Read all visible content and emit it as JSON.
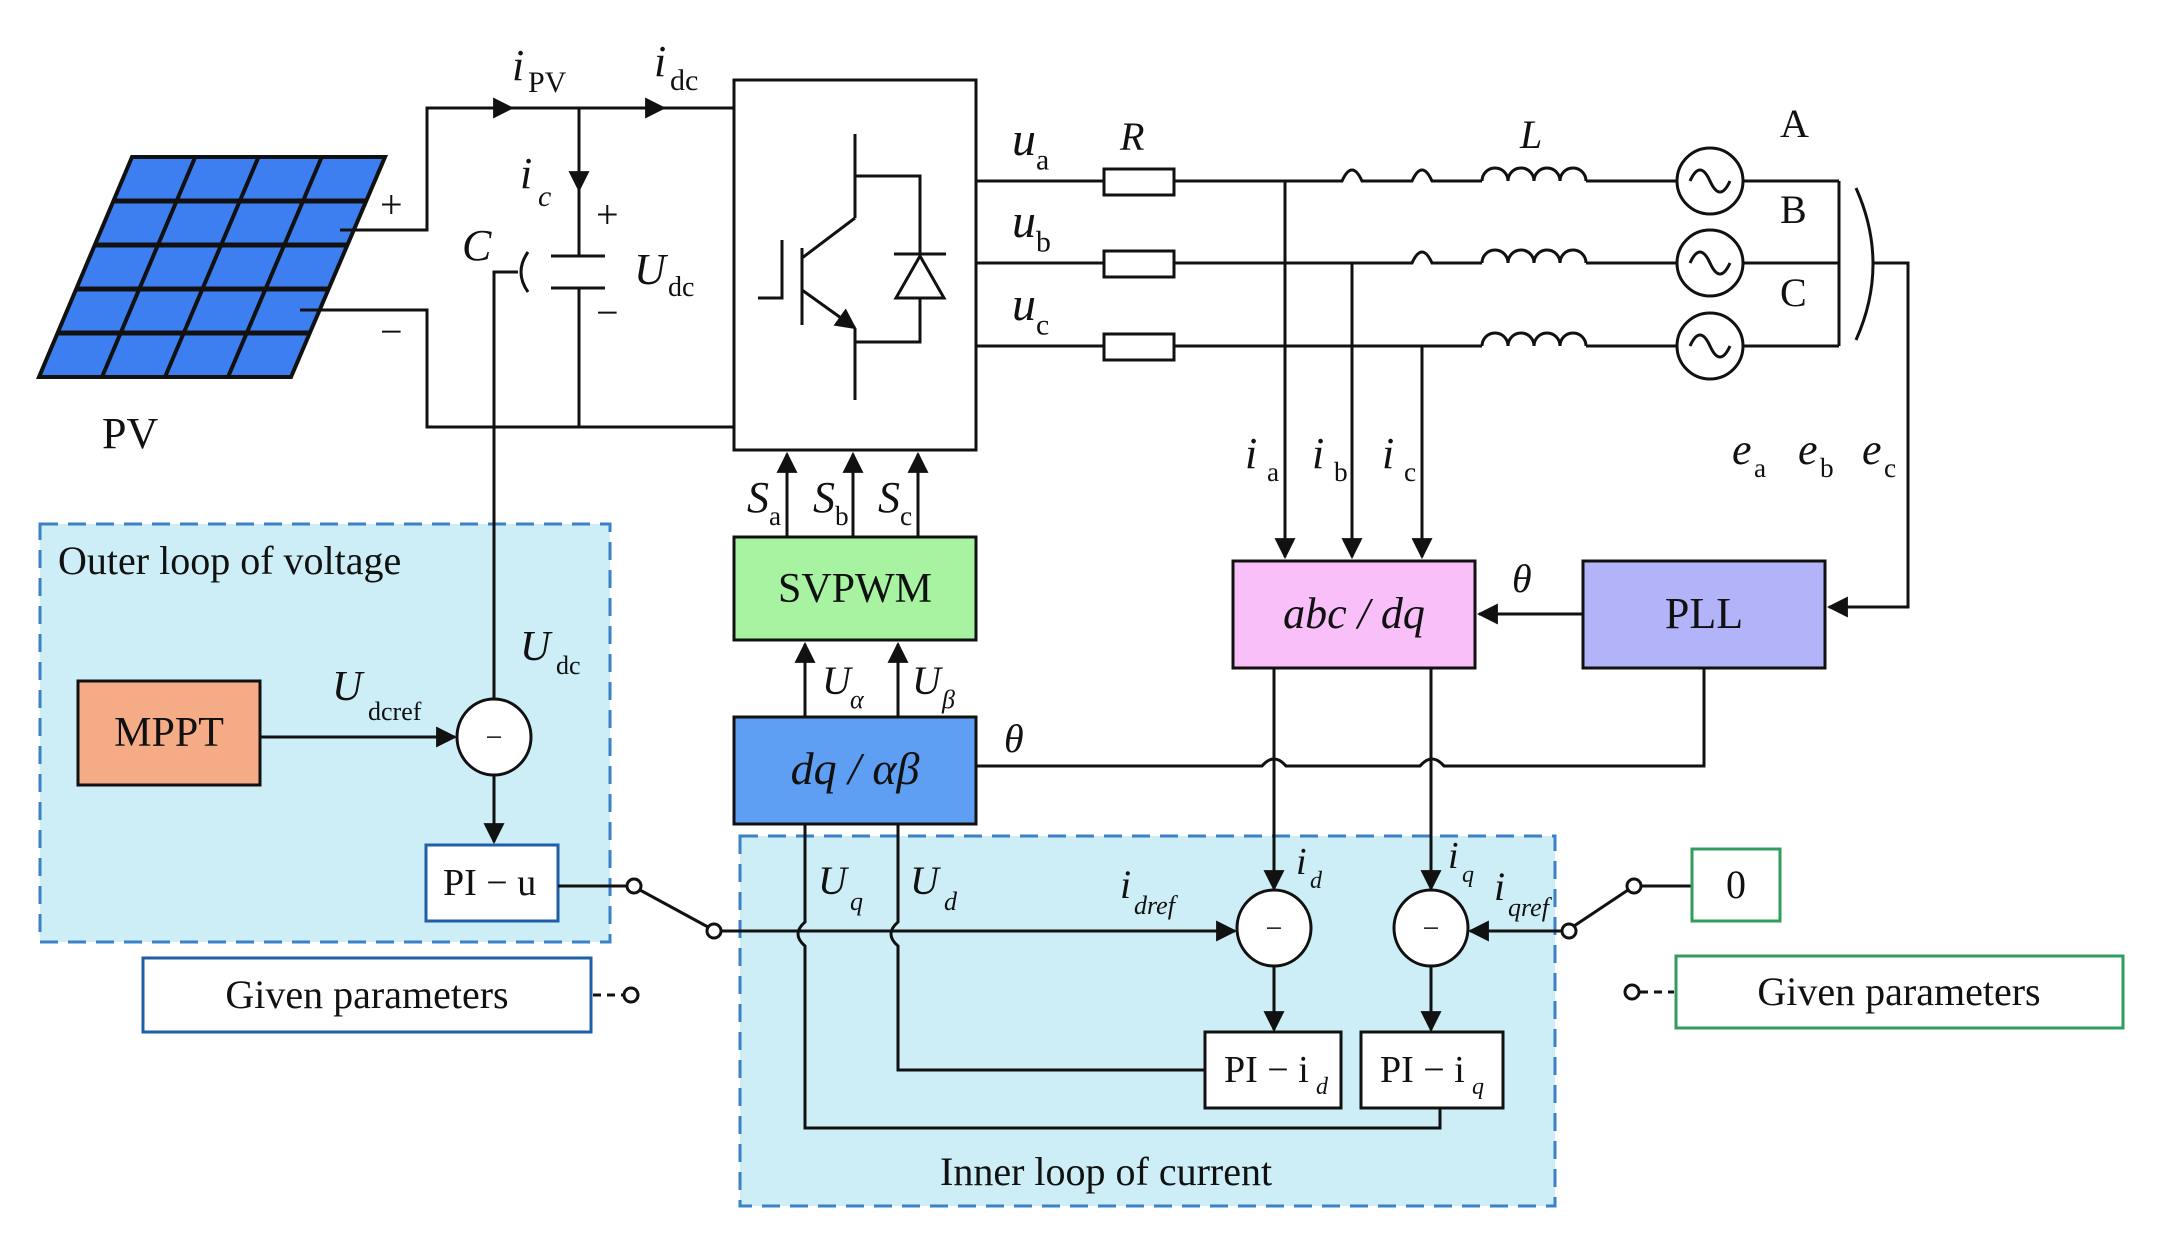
{
  "pv": {
    "label": "PV",
    "plus": "+",
    "minus": "−",
    "cell_color": "#3d7ef0"
  },
  "dc": {
    "i_pv": {
      "main": "i",
      "sub": "PV"
    },
    "i_dc": {
      "main": "i",
      "sub": "dc"
    },
    "i_c": {
      "main": "i",
      "sub": "c"
    },
    "cap": "C",
    "u_dc": {
      "main": "U",
      "sub": "dc"
    },
    "plus": "+",
    "minus": "−"
  },
  "ac": {
    "phases": [
      {
        "u": "u",
        "sub": "a",
        "bus": "A"
      },
      {
        "u": "u",
        "sub": "b",
        "bus": "B"
      },
      {
        "u": "u",
        "sub": "c",
        "bus": "C"
      }
    ],
    "resistor": "R",
    "inductor": "L",
    "currents": [
      {
        "main": "i",
        "sub": "a"
      },
      {
        "main": "i",
        "sub": "b"
      },
      {
        "main": "i",
        "sub": "c"
      }
    ],
    "grid_voltages": [
      {
        "main": "e",
        "sub": "a"
      },
      {
        "main": "e",
        "sub": "b"
      },
      {
        "main": "e",
        "sub": "c"
      }
    ]
  },
  "switch_signals": [
    {
      "main": "S",
      "sub": "a"
    },
    {
      "main": "S",
      "sub": "b"
    },
    {
      "main": "S",
      "sub": "c"
    }
  ],
  "blocks": {
    "svpwm": {
      "label": "SVPWM",
      "color": "#a8f3a2"
    },
    "dq_ab": {
      "label": "dq / αβ",
      "color": "#5e9ef3"
    },
    "abc_dq": {
      "label": "abc / dq",
      "color": "#f8bff8"
    },
    "pll": {
      "label": "PLL",
      "color": "#b2b3f8"
    },
    "mppt": {
      "label": "MPPT",
      "color": "#f6ab87"
    },
    "pi_u": {
      "label": "PI − u"
    },
    "pi_id": {
      "label": "PI − i",
      "sub": "d"
    },
    "pi_iq": {
      "label": "PI − i",
      "sub": "q"
    },
    "zero": {
      "label": "0"
    },
    "given_left": {
      "label": "Given parameters"
    },
    "given_right": {
      "label": "Given parameters"
    }
  },
  "signals": {
    "u_alpha": {
      "main": "U",
      "sub": "α"
    },
    "u_beta": {
      "main": "U",
      "sub": "β"
    },
    "theta": "θ",
    "u_q": {
      "main": "U",
      "sub": "q"
    },
    "u_d": {
      "main": "U",
      "sub": "d"
    },
    "i_dref": {
      "main": "i",
      "sub": "dref"
    },
    "i_qref": {
      "main": "i",
      "sub": "qref"
    },
    "i_d": {
      "main": "i",
      "sub": "d"
    },
    "i_q": {
      "main": "i",
      "sub": "q"
    },
    "u_dcref": {
      "main": "U",
      "sub": "dcref"
    },
    "u_dc_fb": {
      "main": "U",
      "sub": "dc"
    },
    "minus": "−"
  },
  "regions": {
    "outer": {
      "label": "Outer loop of voltage"
    },
    "inner": {
      "label": "Inner loop of current"
    },
    "bg_color": "#cdeef7",
    "border_color": "#3c80c6"
  },
  "colors": {
    "pi_border": "#1f5fa8",
    "green_border": "#2e9d5e"
  }
}
